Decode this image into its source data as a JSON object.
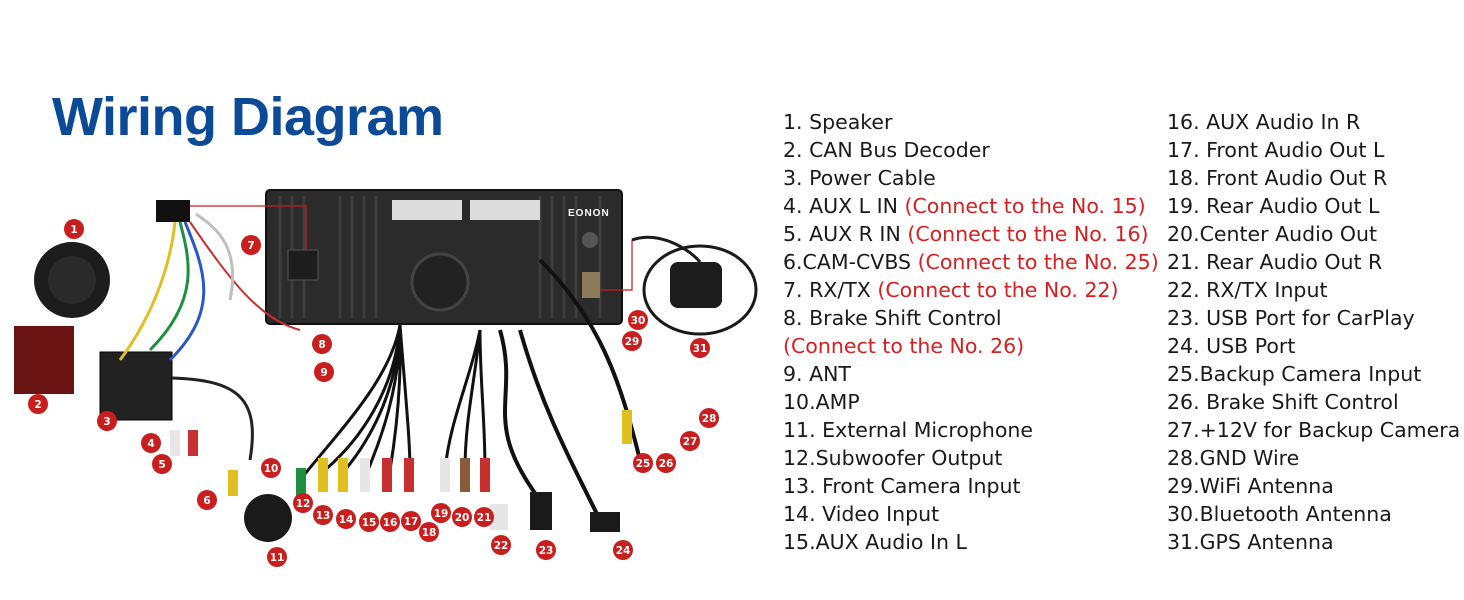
{
  "title": "Wiring Diagram",
  "brand": "EONON",
  "colors": {
    "title": "#0a4a96",
    "badge": "#c81e1e",
    "note": "#d42020"
  },
  "badges": [
    "1",
    "2",
    "3",
    "4",
    "5",
    "6",
    "7",
    "8",
    "9",
    "10",
    "11",
    "12",
    "13",
    "14",
    "15",
    "16",
    "17",
    "18",
    "19",
    "20",
    "21",
    "22",
    "23",
    "24",
    "25",
    "26",
    "27",
    "28",
    "29",
    "30",
    "31"
  ],
  "legend_col1": [
    {
      "text": "1. Speaker",
      "note": ""
    },
    {
      "text": "2. CAN Bus Decoder",
      "note": ""
    },
    {
      "text": "3. Power Cable",
      "note": ""
    },
    {
      "text": "4. AUX L IN ",
      "note": "(Connect to the No. 15)"
    },
    {
      "text": "5. AUX R IN ",
      "note": "(Connect to the No. 16)"
    },
    {
      "text": "6.CAM-CVBS ",
      "note": "(Connect to the No. 25)"
    },
    {
      "text": "7. RX/TX ",
      "note": "(Connect to the No. 22)"
    },
    {
      "text": "8. Brake Shift Control",
      "note": ""
    },
    {
      "text": "",
      "note": "(Connect to the No. 26)"
    },
    {
      "text": "9. ANT",
      "note": ""
    },
    {
      "text": "10.AMP",
      "note": ""
    },
    {
      "text": "11. External Microphone",
      "note": ""
    },
    {
      "text": "12.Subwoofer Output",
      "note": ""
    },
    {
      "text": "13. Front Camera Input",
      "note": ""
    },
    {
      "text": "14. Video Input",
      "note": ""
    },
    {
      "text": "15.AUX Audio In L",
      "note": ""
    }
  ],
  "legend_col2": [
    {
      "text": "16. AUX Audio In R",
      "note": ""
    },
    {
      "text": "17. Front Audio Out L",
      "note": ""
    },
    {
      "text": "18. Front Audio Out R",
      "note": ""
    },
    {
      "text": "19. Rear Audio Out L",
      "note": ""
    },
    {
      "text": "20.Center Audio Out",
      "note": ""
    },
    {
      "text": "21. Rear Audio Out R",
      "note": ""
    },
    {
      "text": "22. RX/TX Input",
      "note": ""
    },
    {
      "text": "23. USB Port for CarPlay",
      "note": ""
    },
    {
      "text": "24. USB Port",
      "note": ""
    },
    {
      "text": "25.Backup Camera Input",
      "note": ""
    },
    {
      "text": "26. Brake Shift Control",
      "note": ""
    },
    {
      "text": "27.+12V for Backup Camera",
      "note": ""
    },
    {
      "text": "28.GND Wire",
      "note": ""
    },
    {
      "text": "29.WiFi Antenna",
      "note": ""
    },
    {
      "text": "30.Bluetooth Antenna",
      "note": ""
    },
    {
      "text": "31.GPS Antenna",
      "note": ""
    }
  ]
}
